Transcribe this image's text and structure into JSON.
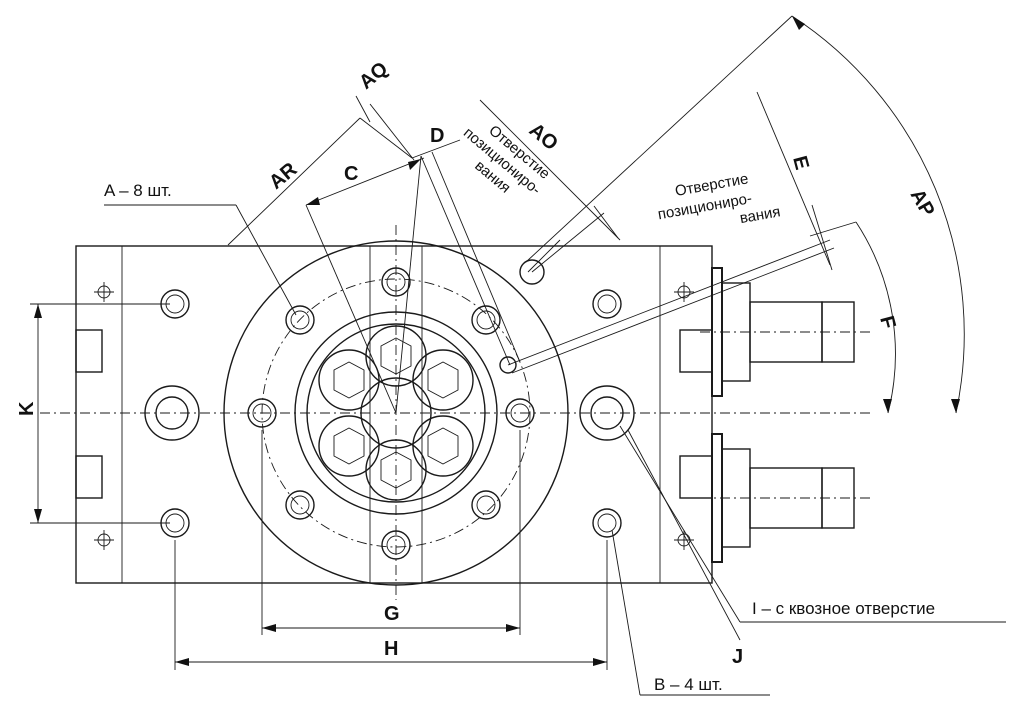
{
  "labels": {
    "A": "A –  8 шт.",
    "B": "B –  4 шт.",
    "I": "I – с квозное отверстие",
    "C": "C",
    "D": "D",
    "E": "E",
    "F": "F",
    "G": "G",
    "H": "H",
    "J": "J",
    "K": "K",
    "AO": "AO",
    "AP": "AP",
    "AQ": "AQ",
    "AR": "AR"
  },
  "notes": {
    "hole1": [
      "Отверстие",
      "позициониро-",
      "вания"
    ],
    "hole2": [
      "Отверстие",
      "позициониро-",
      "вания"
    ]
  }
}
